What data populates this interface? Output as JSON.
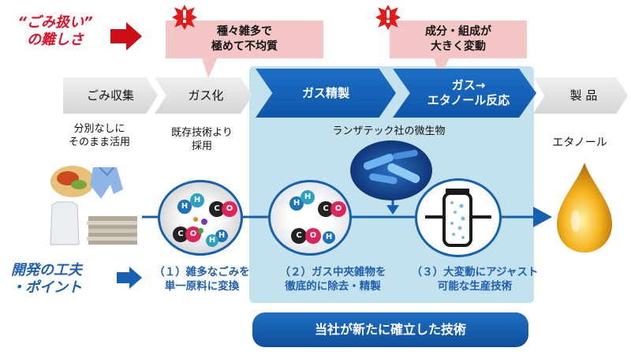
{
  "header": {
    "difficulty_title": "“ごみ扱い”\nの難しさ",
    "callout1": "種々雑多で\n極めて不均質",
    "callout2": "成分・組成が\n大きく変動",
    "bang": "!"
  },
  "process": {
    "steps": [
      {
        "label": "ごみ収集"
      },
      {
        "label": "ガス化"
      },
      {
        "label": "ガス精製"
      },
      {
        "label": "ガス→\nエタノール反応"
      },
      {
        "label": "製 品"
      }
    ]
  },
  "labels": {
    "sorting": "分別なしに\nそのまま活用",
    "existing_tech": "既存技術より\n採用",
    "microbe": "ランザテック社の微生物",
    "ethanol": "エタノール"
  },
  "molecules": {
    "h": "H",
    "c": "C",
    "o": "O"
  },
  "innovation": {
    "title": "開発の工夫\n・ポイント",
    "points": [
      "（１）雑多なごみを\n単一原料に変換",
      "（２）ガス中夾雑物を\n徹底的に除去・精製",
      "（３）大変動にアジャスト\n可能な生産技術"
    ]
  },
  "banner": "当社が新たに確立した技術",
  "colors": {
    "accent_red": "#e0102a",
    "accent_blue": "#1f5fb0",
    "panel": "#bfe0ec",
    "chevron_blue": "#1565c0"
  }
}
